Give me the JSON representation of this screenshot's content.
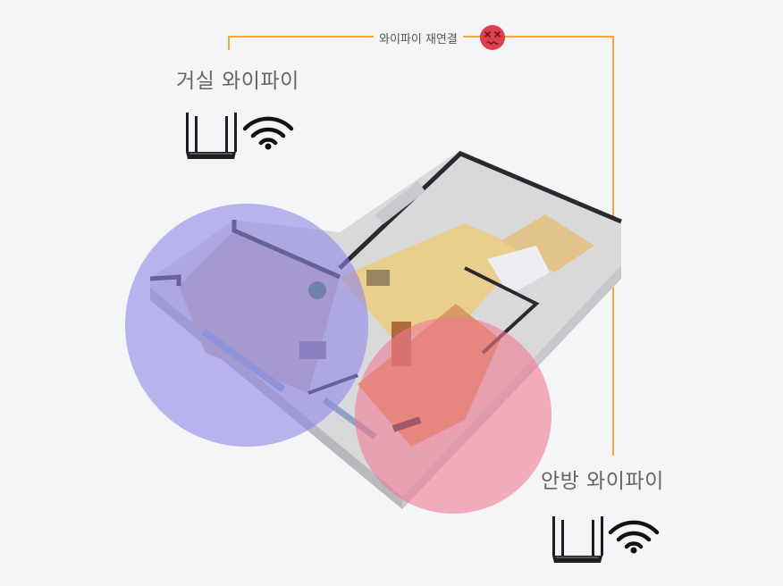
{
  "labels": {
    "reconnect": "와이파이 재연결",
    "living_room": "거실 와이파이",
    "bedroom": "안방 와이파이"
  },
  "icons": {
    "status": "dizzy-face-icon",
    "router": "wifi-router-icon",
    "signal": "wifi-signal-icon"
  },
  "colors": {
    "connector_line": "#f5a53a",
    "living_coverage": "#8f86e6",
    "bedroom_coverage": "#f07a92",
    "status_face": "#e0404e"
  }
}
